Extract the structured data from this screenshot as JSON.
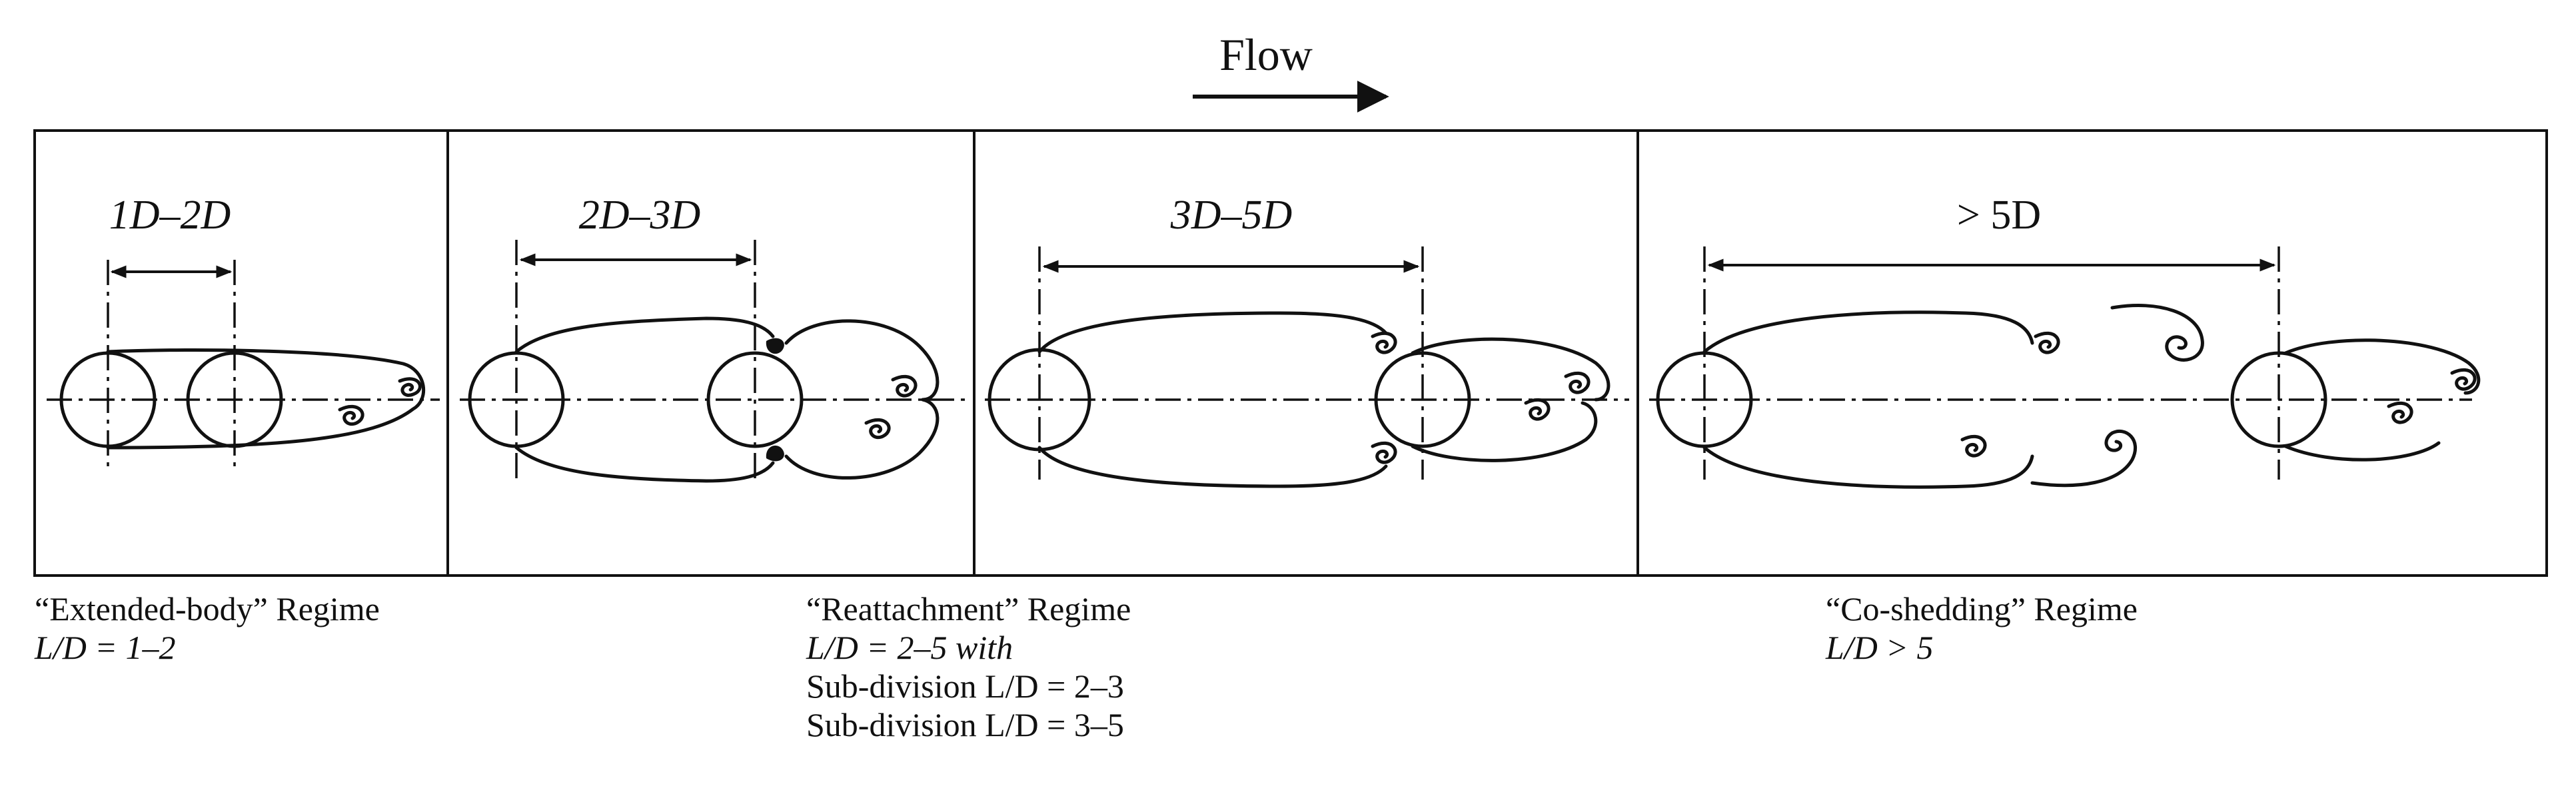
{
  "flow": {
    "label": "Flow"
  },
  "panels": [
    {
      "spacing_label": "1D–2D"
    },
    {
      "spacing_label": "2D–3D"
    },
    {
      "spacing_label": "3D–5D"
    },
    {
      "spacing_label": "> 5D"
    }
  ],
  "regimes": {
    "extended_body": {
      "title": "“Extended-body” Regime",
      "range": "L/D = 1–2"
    },
    "reattachment": {
      "title": "“Reattachment” Regime",
      "range": "L/D = 2–5 with",
      "sub1": "Sub-division L/D = 2–3",
      "sub2": "Sub-division L/D = 3–5"
    },
    "co_shedding": {
      "title": "“Co-shedding” Regime",
      "range": "L/D > 5"
    }
  }
}
